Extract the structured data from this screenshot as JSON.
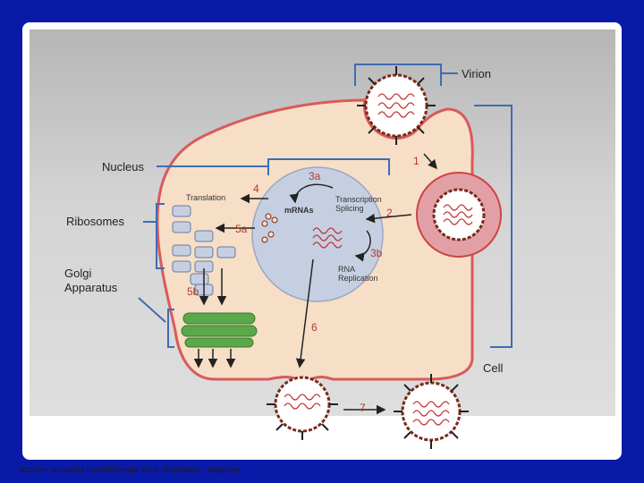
{
  "labels": {
    "virion": "Virion",
    "nucleus": "Nucleus",
    "ribosomes": "Ribosomes",
    "golgi_line1": "Golgi",
    "golgi_line2": "Apparatus",
    "cell": "Cell",
    "translation": "Translation",
    "mrnas": "mRNAs",
    "transcription": "Transcription",
    "splicing": "Splicing",
    "rna_replication_line1": "RNA",
    "rna_replication_line2": "Replication"
  },
  "steps": {
    "s1": "1",
    "s2": "2",
    "s3a": "3a",
    "s3b": "3b",
    "s4": "4",
    "s5a": "5a",
    "s5b": "5b",
    "s6": "6",
    "s7": "7"
  },
  "source_url": "http://en.wikipedia.org/wiki/Image:Virus_Replication_large.svg",
  "colors": {
    "background": "#0a1aa8",
    "cell_fill": "#f6dfc6",
    "cell_border": "#d95a5a",
    "nucleus_fill": "#c6cfe2",
    "callout_line": "#3f6cb4",
    "golgi": "#5aa84a"
  }
}
